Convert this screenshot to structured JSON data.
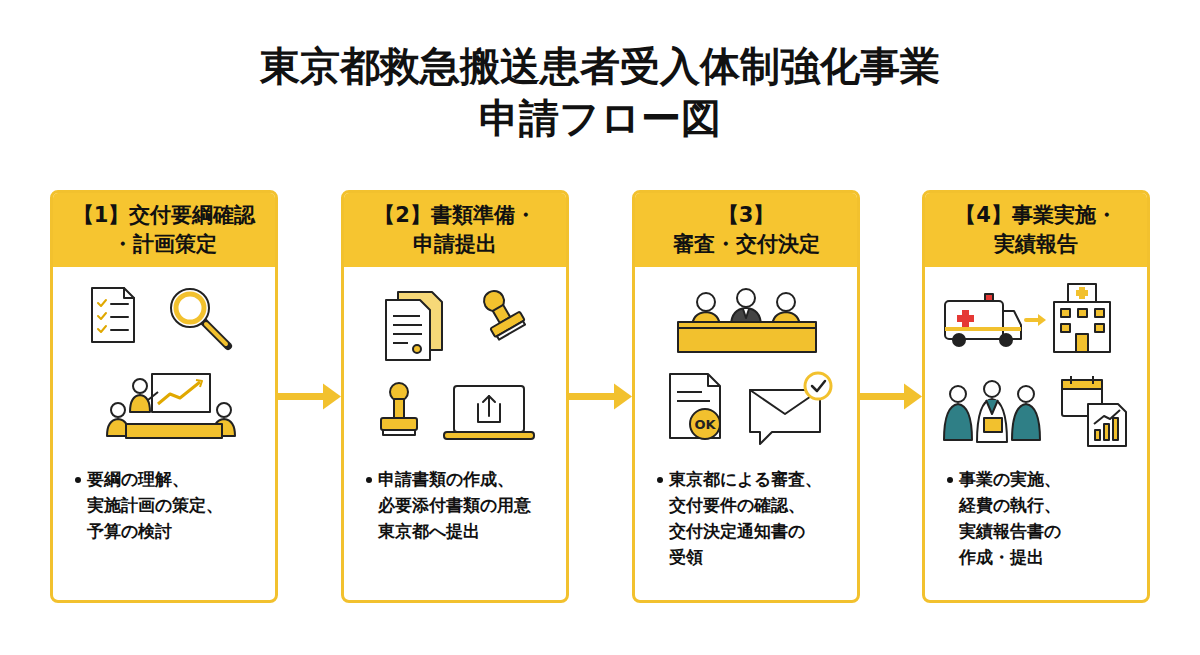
{
  "diagram": {
    "title": "東京都救急搬送患者受入体制強化事業 申請フロー図",
    "nodes": [
      {
        "text": [
          "【1】交付要綱確認 ・計画策定",
          "要綱の理解、 実施計画の策定、 予算の検討"
        ]
      },
      {
        "text": [
          "【2】書類準備・ 申請提出",
          "申請書類の作成、 必要添付書類の用意 東京都へ提出"
        ]
      },
      {
        "text": [
          "【3】 審査・交付決定",
          "東京都による審査、 交付要件の確認、 交付決定通知書の 受領"
        ]
      },
      {
        "text": [
          "【4】事業実施・ 実績報告",
          "事業の実施、 経費の執行、 実績報告書の 作成・提出"
        ]
      }
    ],
    "edges": [
      {
        "from": 0,
        "to": 1,
        "arrow": "to"
      },
      {
        "from": 1,
        "to": 2,
        "arrow": "to"
      },
      {
        "from": 2,
        "to": 3,
        "arrow": "to"
      }
    ],
    "labels": [
      "OK"
    ]
  }
}
